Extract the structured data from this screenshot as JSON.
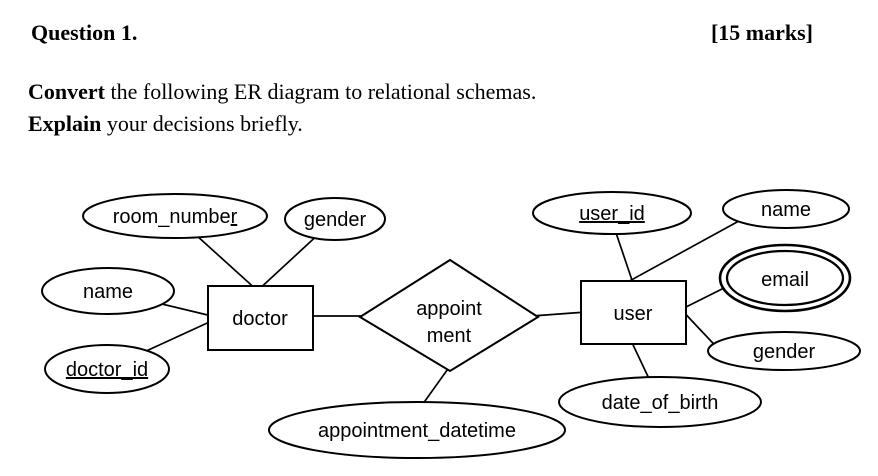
{
  "header": {
    "question": "Question 1.",
    "marks": "[15 marks]"
  },
  "instructions": {
    "line1": {
      "bold": "Convert",
      "rest": " the following ER diagram to relational schemas."
    },
    "line2": {
      "bold": "Explain",
      "rest": " your decisions briefly."
    }
  },
  "diagram": {
    "type": "er-diagram",
    "colors": {
      "ink": "#000000",
      "background": "#ffffff"
    },
    "entities": {
      "doctor": {
        "label": "doctor"
      },
      "user": {
        "label": "user"
      }
    },
    "relationships": {
      "appointment": {
        "label_line1": "appoint",
        "label_line2": "ment",
        "connects": "doctor-user"
      }
    },
    "attributes": {
      "room_number": {
        "owner": "doctor",
        "label_main": "room_numbe",
        "label_tail_underlined": "r"
      },
      "doctor_gender": {
        "owner": "doctor",
        "label": "gender"
      },
      "doctor_name": {
        "owner": "doctor",
        "label": "name"
      },
      "doctor_id": {
        "owner": "doctor",
        "label": "doctor_id",
        "primary_key": true
      },
      "user_id": {
        "owner": "user",
        "label": "user_id",
        "primary_key": true
      },
      "user_name": {
        "owner": "user",
        "label": "name"
      },
      "user_email": {
        "owner": "user",
        "label": "email",
        "multivalued": true
      },
      "user_gender": {
        "owner": "user",
        "label": "gender"
      },
      "date_of_birth": {
        "owner": "user",
        "label": "date_of_birth"
      },
      "appointment_datetime": {
        "owner": "appointment",
        "label": "appointment_datetime"
      }
    }
  }
}
